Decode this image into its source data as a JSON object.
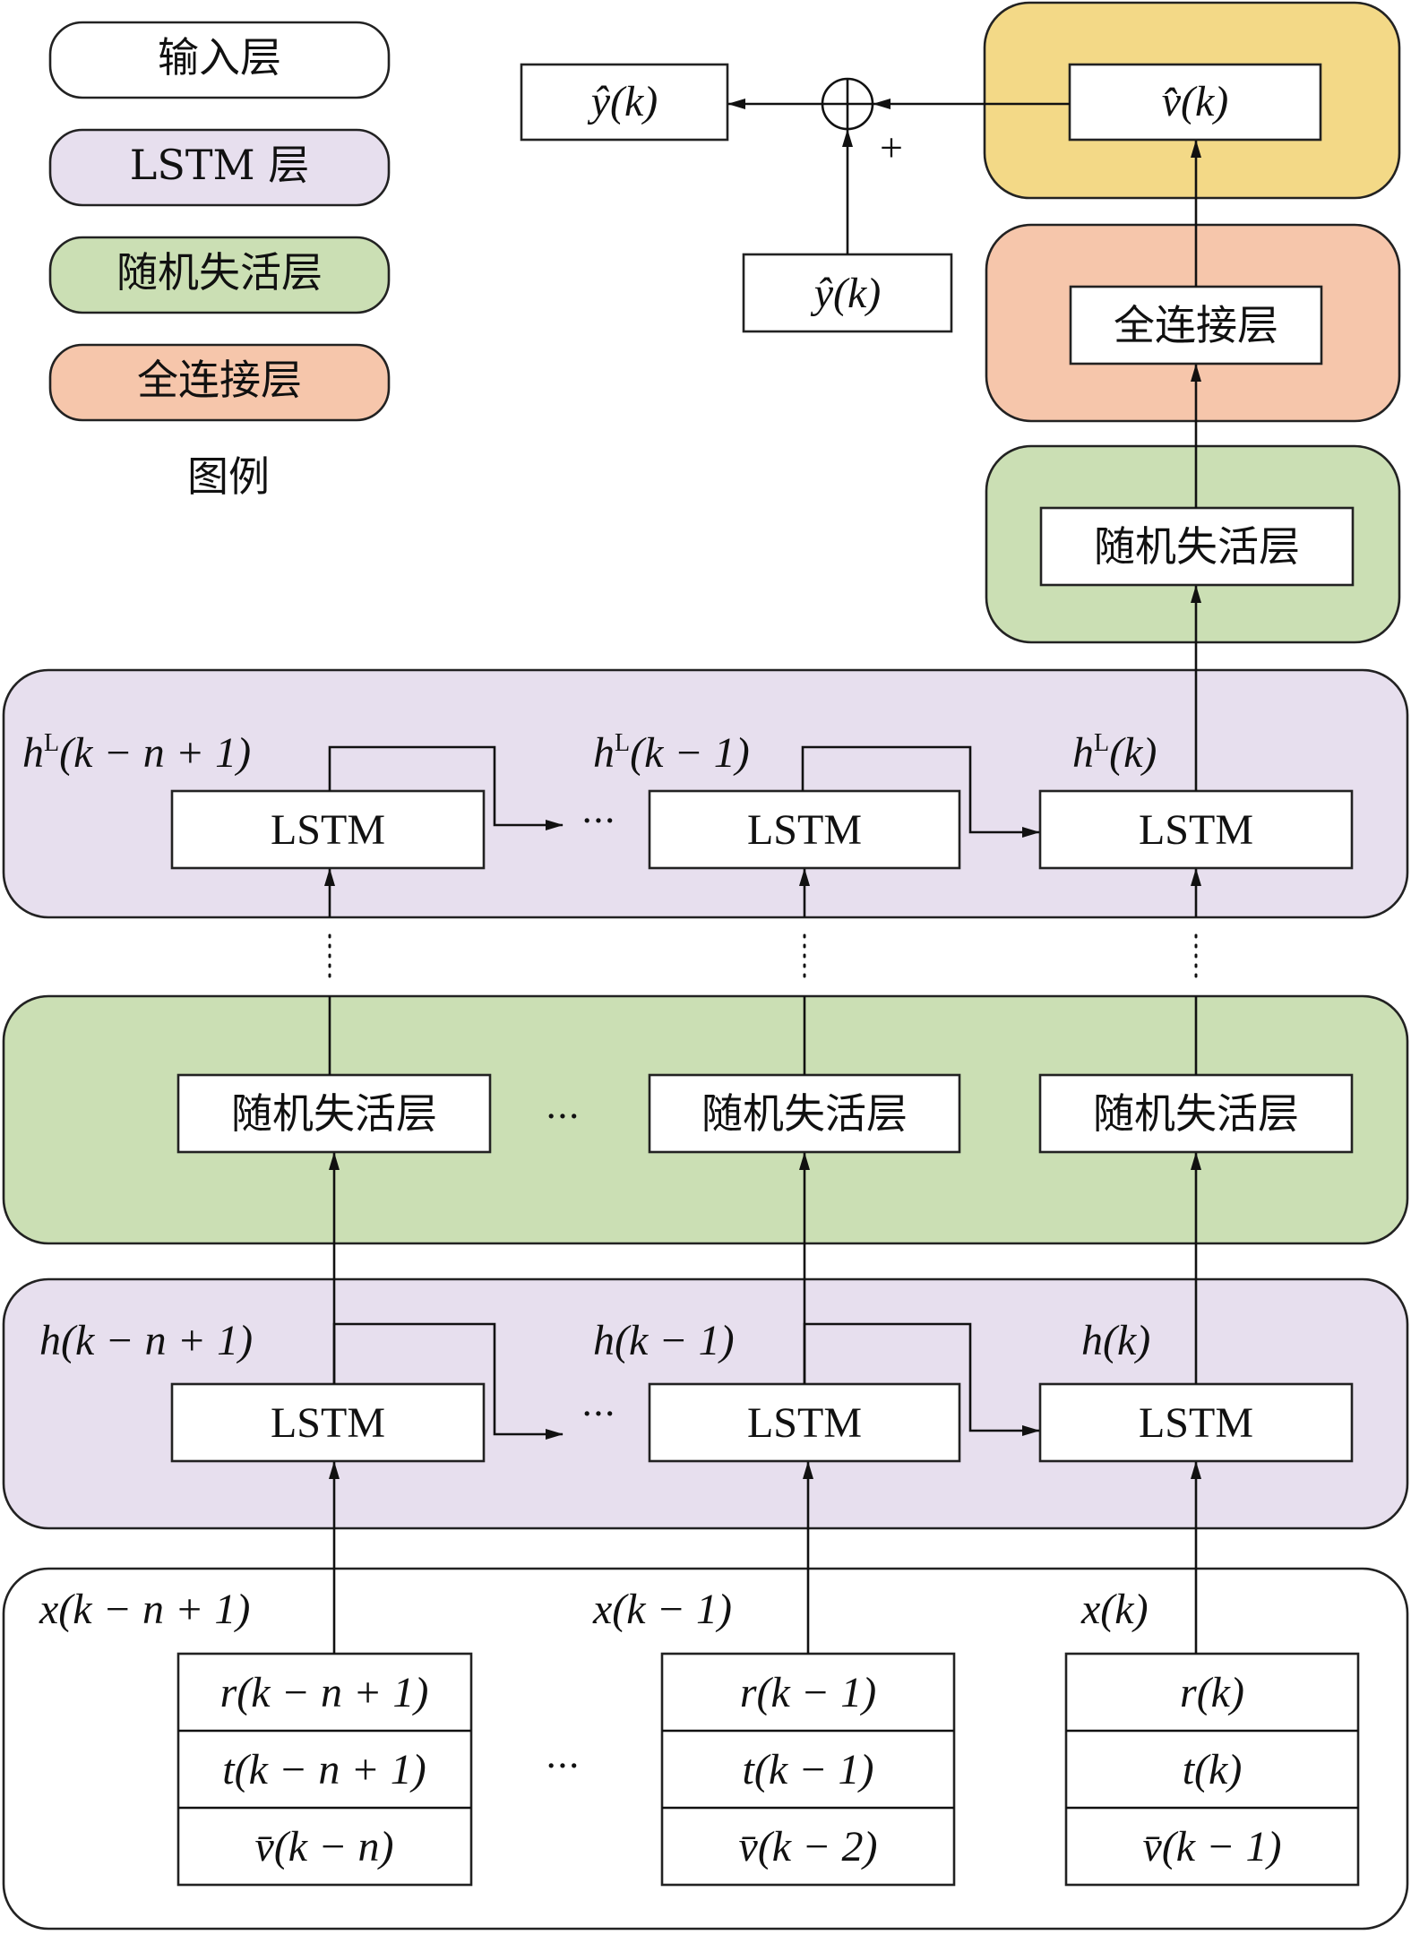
{
  "legend": {
    "input_layer": "输入层",
    "lstm_layer": "LSTM 层",
    "dropout_layer": "随机失活层",
    "dense_layer": "全连接层",
    "caption": "图例"
  },
  "colors": {
    "input": "#ffffff",
    "lstm": "#e7dfee",
    "dropout": "#cbdfb4",
    "dense": "#f6c6ab",
    "output": "#f3d987",
    "stroke": "#222222"
  },
  "output": {
    "sum_sign": "+",
    "y_hat_k": "ŷ(k)",
    "y_hat_hat_k": "ŷ(k)",
    "v_hat_hat_k": "v̂̂(k)"
  },
  "dense_box": "全连接层",
  "dropout_top_box": "随机失活层",
  "lstm_top": {
    "h_first": "h",
    "h_first_sup": "L",
    "h_first_arg": "(k − n + 1)",
    "h_mid": "h",
    "h_mid_sup": "L",
    "h_mid_arg": "(k − 1)",
    "h_last": "h",
    "h_last_sup": "L",
    "h_last_arg": "(k)",
    "cell": "LSTM",
    "ellipsis": "···"
  },
  "dropout_row": {
    "cell": "随机失活层",
    "ellipsis": "···"
  },
  "lstm_bottom": {
    "h_first": "h(k − n + 1)",
    "h_mid": "h(k − 1)",
    "h_last": "h(k)",
    "cell": "LSTM",
    "ellipsis": "···"
  },
  "input_row": {
    "x_first": "x(k − n + 1)",
    "x_mid": "x(k − 1)",
    "x_last": "x(k)",
    "col_first": [
      "r(k − n + 1)",
      "t(k − n + 1)",
      "v̄(k − n)"
    ],
    "col_mid": [
      "r(k − 1)",
      "t(k − 1)",
      "v̄(k − 2)"
    ],
    "col_last": [
      "r(k)",
      "t(k)",
      "v̄(k − 1)"
    ],
    "ellipsis": "···"
  }
}
